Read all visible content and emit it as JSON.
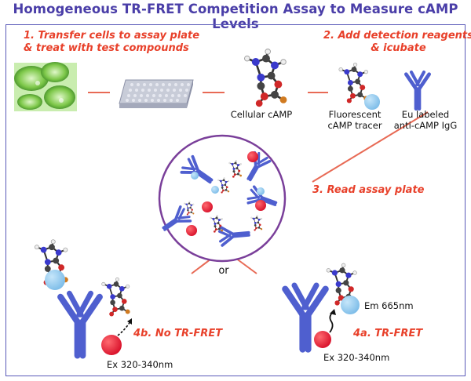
{
  "title": "Homogeneous TR-FRET Competition Assay to Measure cAMP Levels",
  "steps": {
    "step1_line1": "1. Transfer cells to assay plate",
    "step1_line2": "& treat with test compounds",
    "step2_line1": "2. Add detection reagents",
    "step2_line2": "& icubate",
    "step3": "3. Read assay plate",
    "step4b": "4b. No TR-FRET",
    "step4a": "4a. TR-FRET"
  },
  "labels": {
    "cellular_camp": "Cellular cAMP",
    "tracer_line1": "Fluorescent",
    "tracer_line2": "cAMP tracer",
    "ab_line1": "Eu labeled",
    "ab_line2": "anti-cAMP IgG",
    "or": "or",
    "ex_left": "Ex 320-340nm",
    "ex_right": "Ex 320-340nm",
    "em_right": "Em 665nm"
  },
  "colors": {
    "title": "#4a3ea8",
    "step_text": "#e8402a",
    "antibody": "#4f5fcf",
    "donor": "#e02a3a",
    "tracer": "#8ec9ee",
    "connector": "#e86a55",
    "circle_border": "#7a3f9a"
  }
}
